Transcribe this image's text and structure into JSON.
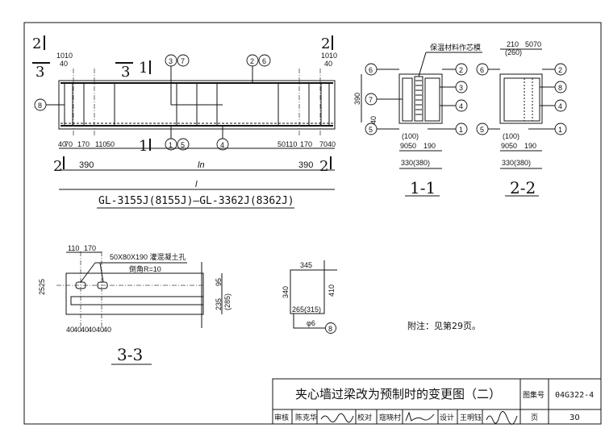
{
  "elevation": {
    "section_marks": {
      "left_2": "2",
      "right_2": "2",
      "left_3": "3",
      "mid_3": "3",
      "one_top": "1",
      "one_bottom": "1",
      "left_2_bottom": "2",
      "right_2_bottom": "2"
    },
    "top_dims": {
      "left_10_10": "1010",
      "left_40": "40",
      "right_10_10": "1010",
      "right_40": "40"
    },
    "callouts": [
      "8",
      "3",
      "7",
      "2",
      "6",
      "1",
      "5",
      "4"
    ],
    "bottom_dims_left": [
      "40",
      "70",
      "170",
      "110",
      "50"
    ],
    "bottom_dims_right": [
      "50",
      "110",
      "170",
      "70",
      "40"
    ],
    "end_len_left": "390",
    "end_len_right": "390",
    "clear_span": "ln",
    "span": "l",
    "title": "GL-3155J(8155J)—GL-3362J(8362J)"
  },
  "section_1_1": {
    "label": "1-1",
    "insulation_note": "保温材料作芯模",
    "height": "390",
    "small_dim": "40",
    "callouts": [
      "6",
      "7",
      "5",
      "2",
      "3",
      "4",
      "1"
    ],
    "dims": {
      "alt": "(100)",
      "a": "90",
      "b": "50",
      "c": "190",
      "total": "330(380)"
    }
  },
  "section_2_2": {
    "label": "2-2",
    "top_dims": {
      "a": "210",
      "a_alt": "(260)",
      "b": "50",
      "c": "70"
    },
    "callouts": [
      "6",
      "5",
      "2",
      "8",
      "4",
      "1"
    ],
    "dims": {
      "alt": "(100)",
      "a": "90",
      "b": "50",
      "c": "190",
      "total": "330(380)"
    }
  },
  "section_3_3": {
    "label": "3-3",
    "dims_top": [
      "110",
      "170"
    ],
    "hole_note": "50X80X190 灌混凝土孔",
    "chamfer_note": "倒角R=10",
    "left_dims": "2525",
    "right_dims": {
      "top": "95",
      "bottom": "235",
      "bottom_alt": "(285)"
    },
    "bottom_dims": [
      "40",
      "40",
      "40",
      "40",
      "40",
      "40"
    ]
  },
  "stirrup_8": {
    "top": "345",
    "left": "340",
    "right": "410",
    "bottom": "265(315)",
    "bar": "φ6",
    "callout": "8"
  },
  "note": "附注：见第29页。",
  "title_block": {
    "title": "夹心墙过梁改为预制时的变更图（二）",
    "atlas_label": "图集号",
    "atlas_no": "04G322-4",
    "review_label": "审核",
    "reviewer": "陈克华",
    "check_label": "校对",
    "checker": "寇晓村",
    "design_label": "设计",
    "designer": "王明钰",
    "page_label": "页",
    "page_no": "30"
  }
}
